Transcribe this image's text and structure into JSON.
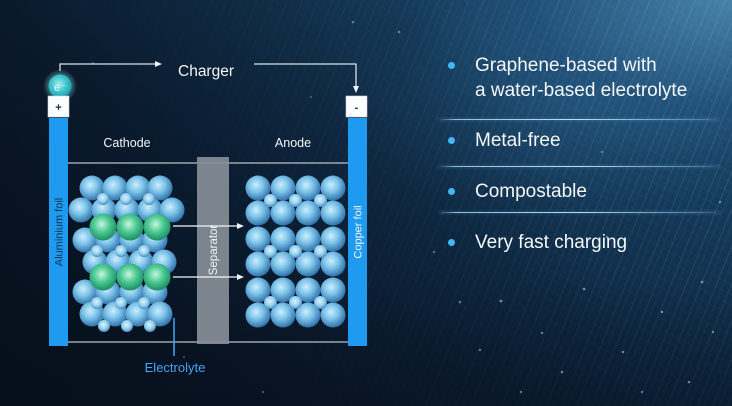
{
  "slide": {
    "diagram": {
      "electron_label": "e⁻",
      "charger_label": "Charger",
      "plus_terminal": "+",
      "minus_terminal": "-",
      "cathode_label": "Cathode",
      "anode_label": "Anode",
      "aluminium_foil_label": "Aluminium foil",
      "copper_foil_label": "Copper foil",
      "separator_label": "Separator",
      "electrolyte_label": "Electrolyte"
    },
    "bullets": [
      {
        "lines": [
          "Graphene-based with",
          "a water-based electrolyte"
        ]
      },
      {
        "lines": [
          "Metal-free"
        ]
      },
      {
        "lines": [
          "Compostable"
        ]
      },
      {
        "lines": [
          "Very fast charging"
        ]
      }
    ],
    "colors": {
      "foil_blue": "#1E9BF0",
      "electron_teal": "#36C3C9",
      "ion_blue": "#7CC3E9",
      "ion_green": "#35C08A",
      "separator_gray": "#878E97",
      "electrolyte_text": "#42A5F5",
      "bullet_dot": "#45B6F7",
      "divider_blue": "#9FD0EE",
      "text_white": "#F4F7FA"
    }
  }
}
